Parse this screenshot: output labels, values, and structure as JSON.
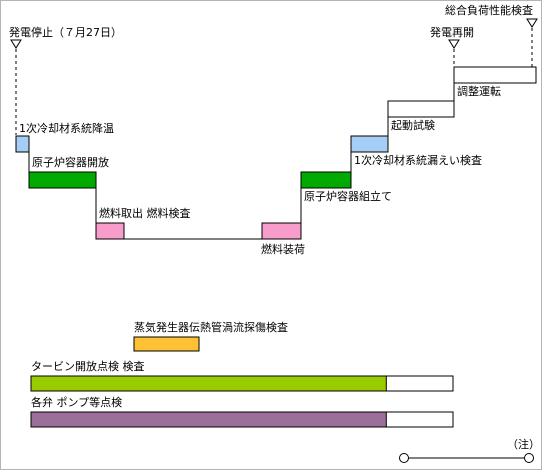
{
  "milestones": {
    "stop": "発電停止（７月27日）",
    "resume": "発電再開",
    "full_inspection": "総合負荷性能検査"
  },
  "steps": [
    {
      "label": "1次冷却材系統降温",
      "color": "#a6cdf5"
    },
    {
      "label": "原子炉容器開放",
      "color": "#00aa00"
    },
    {
      "label": "燃料取出 燃料検査",
      "color": "#f89ccc"
    },
    {
      "label": "燃料装荷",
      "color": "#f89ccc"
    },
    {
      "label": "原子炉容器組立て",
      "color": "#00aa00"
    },
    {
      "label": "1次冷却材系統漏えい検査",
      "color": "#a6cdf5"
    },
    {
      "label": "起動試験",
      "color": "#ffffff"
    },
    {
      "label": "調整運転",
      "color": "#ffffff"
    }
  ],
  "parallel_tasks": [
    {
      "label": "蒸気発生器伝熱管渦流探傷検査",
      "color": "#fcc233"
    },
    {
      "label": "タービン開放点検 検査",
      "color": "#99cc00",
      "progress": 0.842
    },
    {
      "label": "各弁 ポンプ等点検",
      "color": "#9a6f9a",
      "progress": 0.842
    }
  ],
  "note": "（注）"
}
